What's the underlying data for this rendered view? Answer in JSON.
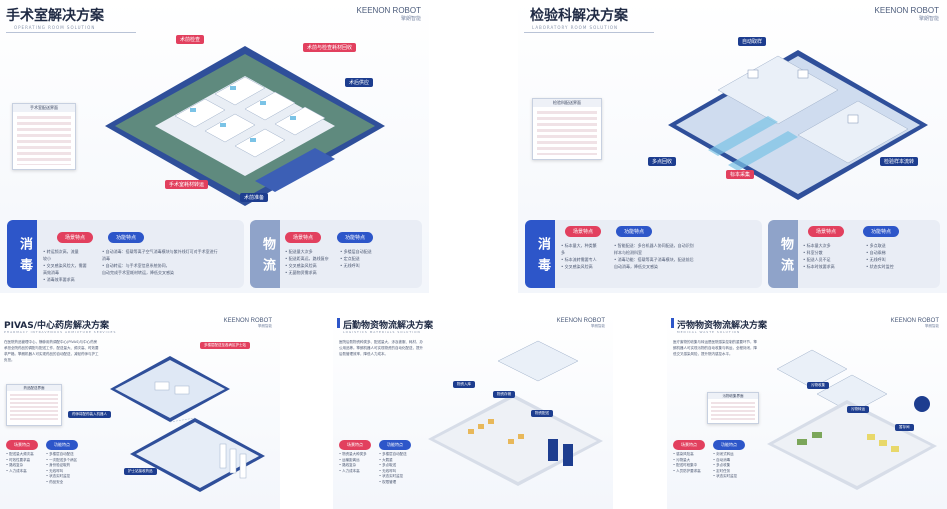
{
  "brand": {
    "name": "KEENON ROBOT",
    "sub": "擎朗智能"
  },
  "p1": {
    "title": "手术室解决方案",
    "subtitle": "OPERATING ROOM SOLUTION",
    "labels": [
      "术前检查",
      "术前与检查耗材回收",
      "术后供应",
      "手术室耗材转运",
      "术前准备"
    ],
    "screen_title": "手术室配送界面",
    "bottom": {
      "left_char": "消毒",
      "right_char": "物流",
      "pills_left": [
        "场景特点",
        "功能特点"
      ],
      "pills_right": [
        "场景特点",
        "功能特点"
      ],
      "left_feat_a": "• 转运频次高，流量\n  较小\n• 交叉感染风险大，需要\n  高效消毒\n• 消毒效率要求高",
      "left_feat_b": "• 自动消毒：搭载等离子空气消毒模块与紫外线灯可对手术室进行\n  消毒\n• 自动转运：与手术室信息系统协同，\n  自动完成手术室耗材转运，降低交叉感染",
      "right_feat_a": "• 配送量大次多\n• 配送距离远，路线复杂\n• 交叉感染风险高\n• 无菌物资需求高",
      "right_feat_b": "• 多楼层自动配送\n• 定点配送\n• 无线呼叫"
    }
  },
  "p2": {
    "title": "检验科解决方案",
    "subtitle": "LABORATORY ROOM SOLUTION",
    "labels": [
      "自动取样",
      "多点回收",
      "标本采集",
      "检验样本流转"
    ],
    "screen_title": "检验科配送界面",
    "bottom": {
      "left_char": "消毒",
      "right_char": "物流",
      "pills_left": [
        "场景特点",
        "功能特点"
      ],
      "pills_right": [
        "场景特点",
        "功能特点"
      ],
      "left_feat_a": "• 标本量大，种类繁\n  多\n• 标本流转需要专人\n• 交叉感染风险高",
      "left_feat_b": "• 智能配送：多台机器人协同配送，自动识别\n  样本与检测科室\n• 消毒功能：搭载等离子消毒模块，配送前后\n  自动消毒，降低交叉感染",
      "right_feat_a": "• 标本量大次多\n• 科室分散\n• 配送人员不足\n• 标本时效要求高",
      "right_feat_b": "• 多点取送\n• 自动乘梯\n• 无线呼叫\n• 状态实时监控"
    }
  },
  "p3": {
    "title": "PIVAS/中心药房解决方案",
    "subtitle": "PHARMACY INTRAVENOUS ADMIXTURE SERVICES",
    "para": "在医院药品管理中心，静脉用药调配中心(PIVAS)与中心药房承担全院药品的调配与配送工作，配送量大、频次高、时效要求严格。擎朗机器人可实现药品的自动配送，减轻药师与护工负担。",
    "labels": [
      "多楼层配送至各病区护士站",
      "药师将配药装入机器人",
      "护士站接收药品"
    ],
    "screen_title": "药品配送界面",
    "pills": [
      "场景特点",
      "功能特点"
    ],
    "feat_a": "• 配送量大频次高\n• 时效性要求高\n• 路线复杂\n• 人力成本高",
    "feat_b": "• 多楼层自动配送\n• 一次配送多个病区\n• 身份验证取药\n• 无线呼叫\n• 状态实时监控\n• 药品安全"
  },
  "p4": {
    "title": "后勤物资物流解决方案",
    "subtitle": "LOGISTICS MATERIALS SOLUTION",
    "para": "医院后勤物资种类多、配送量大，涉及被服、耗材、办公用品等。擎朗机器人可实现物资的自动化配送，提升后勤管理效率，降低人力成本。",
    "labels": [
      "物资入库",
      "物资存储",
      "物资配送"
    ],
    "pills": [
      "场景特点",
      "功能特点"
    ],
    "feat_a": "• 物资量大种类多\n• 运输距离远\n• 路线复杂\n• 人力成本高",
    "feat_b": "• 多楼层自动配送\n• 大载重\n• 多点取送\n• 无线呼叫\n• 状态实时监控\n• 权限管理"
  },
  "p5": {
    "title": "污物物资物流解决方案",
    "subtitle": "MEDICAL WASTE SOLUTION",
    "para": "医疗废物的收集与转运是医院感染控制的重要环节，擎朗机器人可实现污物的自动收集与转运，全程封闭，降低交叉感染风险，提升院内感控水平。",
    "labels": [
      "污物收集",
      "污物转运",
      "暂存间"
    ],
    "screen_title": "污物收集界面",
    "pills": [
      "场景特点",
      "功能特点"
    ],
    "feat_a": "• 感染风险高\n• 污物量大\n• 配送时段集中\n• 人员防护要求高",
    "feat_b": "• 封闭式转运\n• 自动消毒\n• 多点收集\n• 定时任务\n• 状态实时监控"
  }
}
